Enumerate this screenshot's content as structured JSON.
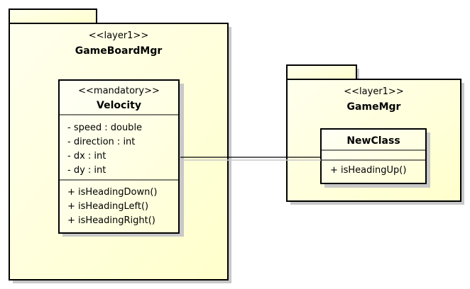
{
  "packages": [
    {
      "stereotype": "<<layer1>>",
      "name": "GameBoardMgr"
    },
    {
      "stereotype": "<<layer1>>",
      "name": "GameMgr"
    }
  ],
  "classes": [
    {
      "stereotype": "<<mandatory>>",
      "name": "Velocity",
      "attributes": [
        "- speed : double",
        "- direction : int",
        "- dx : int",
        "- dy : int"
      ],
      "operations": [
        "+ isHeadingDown()",
        "+ isHeadingLeft()",
        "+ isHeadingRight()"
      ]
    },
    {
      "name": "NewClass",
      "attributes": [],
      "operations": [
        "+ isHeadingUp()"
      ]
    }
  ],
  "colors": {
    "fill": "#ffffcc",
    "fill_light": "#fffff2",
    "stroke": "#000000",
    "shadow": "#c8c8c8"
  }
}
